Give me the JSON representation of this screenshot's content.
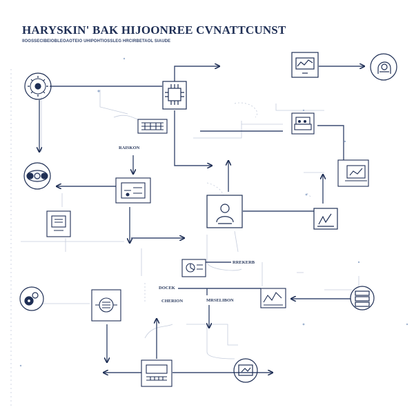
{
  "header": {
    "title": "HARYSKIN' BAK HIJOONREE CVNATTCUNST",
    "subtitle": "IIOOSSECIBEIOBLEOAOTEIO UHIPOHTIOSSLEG HRCIRBETAOL SIAUDE"
  },
  "labels": {
    "l1": "RAISKON",
    "l2": "RREKERB",
    "l3": "DOCEK",
    "l4": "CHERION",
    "l5": "MRSELIBON"
  },
  "colors": {
    "ink": "#1f2f55",
    "line": "#3c4c72",
    "faint": "#c4ccdc",
    "bg": "#ffffff"
  },
  "icons": {
    "ai_head_left": "brain-gear-icon",
    "ai_head_right": "person-head-icon",
    "chip_top": "circuit-chip-icon",
    "monitor_top": "monitor-chart-icon",
    "analytics_mid": "analytics-printer-icon",
    "toolbar": "toolbar-panel-icon",
    "cloud_cluster": "gear-cluster-icon",
    "device_mid": "device-panel-icon",
    "doc_left": "document-icon",
    "person_card": "person-card-icon",
    "laptop": "laptop-chart-icon",
    "sign_card": "signature-card-icon",
    "chart_center": "chart-frame-icon",
    "gears_bottom_left": "gears-icon",
    "circuit_bottom": "circuit-board-icon",
    "chart_right": "line-chart-icon",
    "server_right": "server-stack-icon",
    "keyboard_bottom": "keyboard-icon",
    "tablet_bottom": "tablet-icon"
  }
}
